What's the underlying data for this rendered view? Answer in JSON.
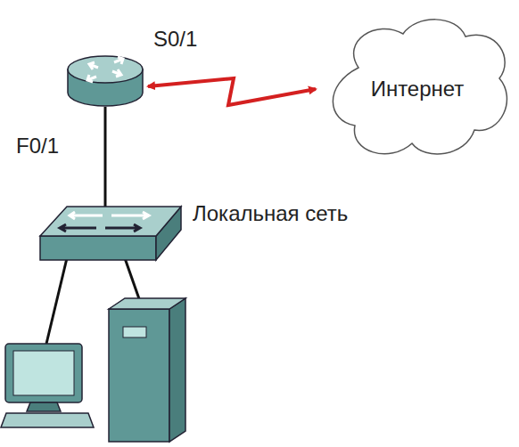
{
  "diagram": {
    "nodes": [
      {
        "text": [
          "Интернет"
        ]
      }
    ],
    "labels": [
      "S0/1",
      "F0/1",
      "Локальная сеть"
    ]
  }
}
